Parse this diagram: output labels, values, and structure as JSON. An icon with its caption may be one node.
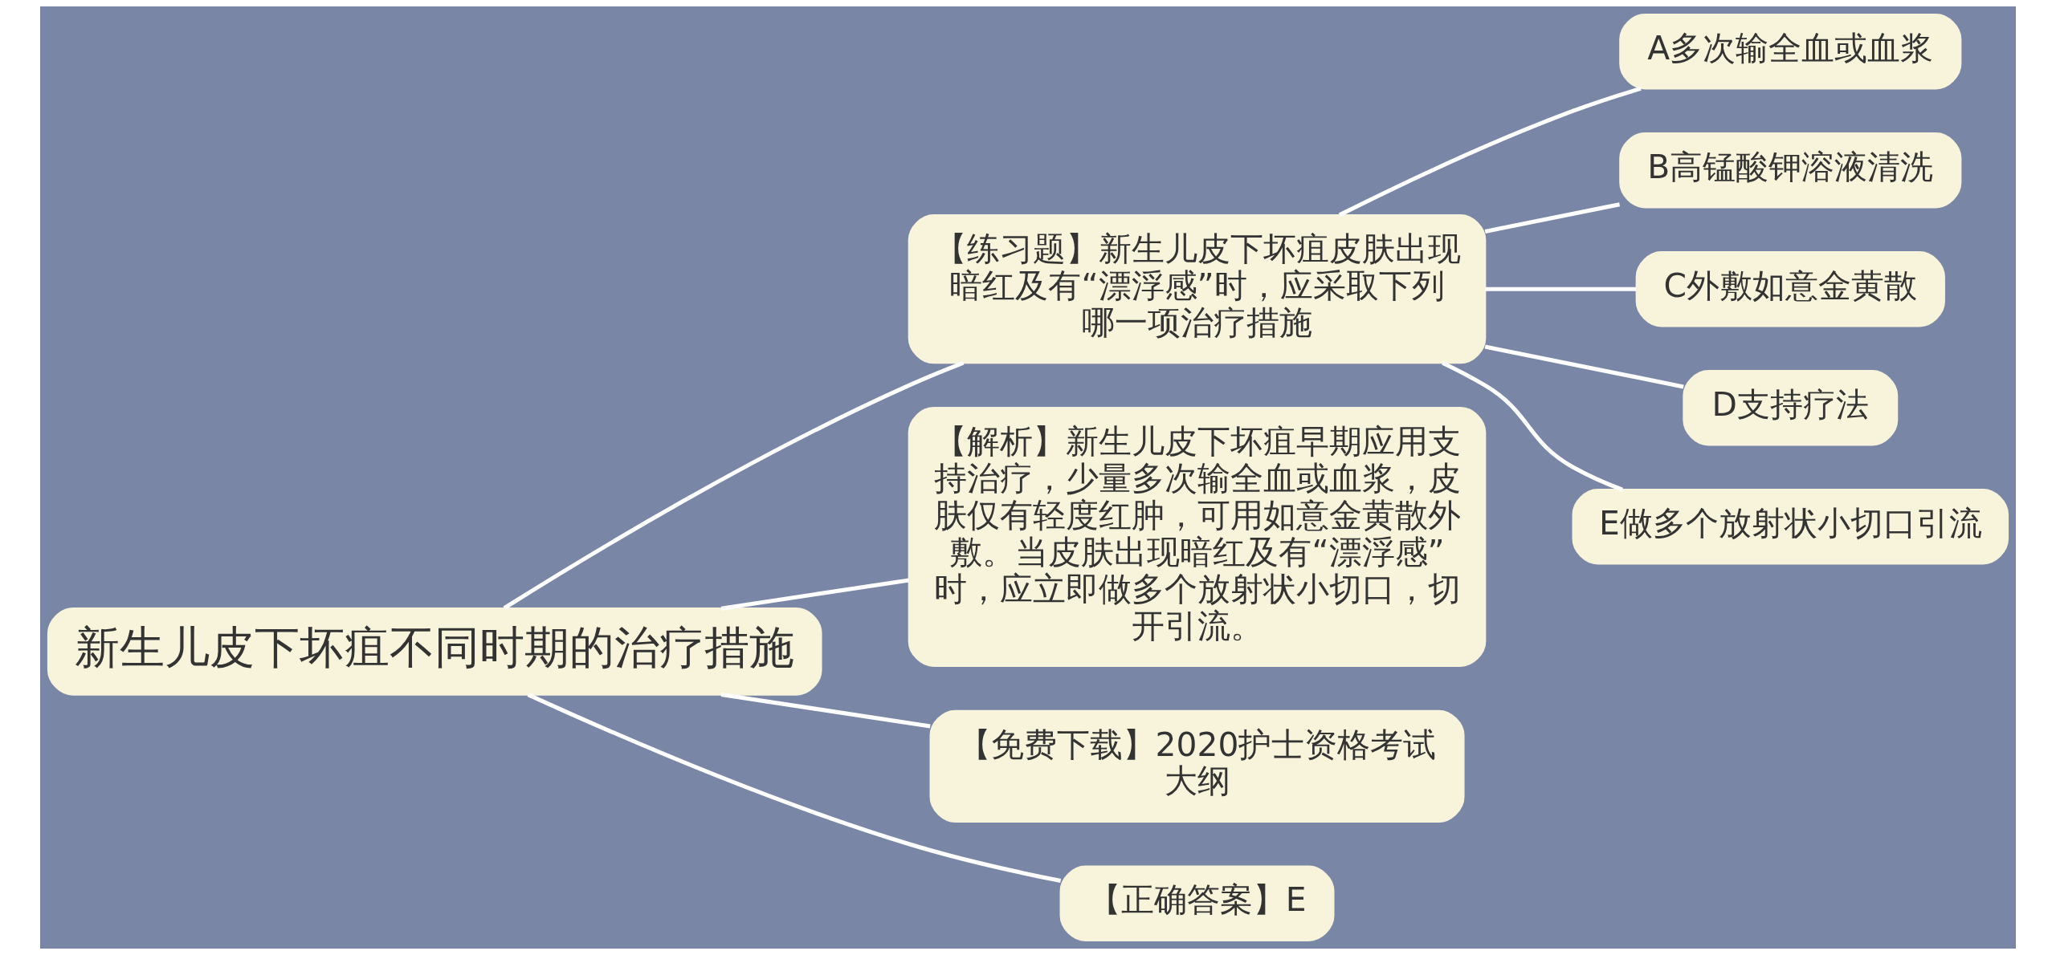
{
  "diagram": {
    "nodes": [
      {
        "text": [
          "新生儿皮下坏疽不同时期的治疗措施"
        ]
      },
      {
        "text": [
          "【练习题】新生儿皮下坏疽皮肤出现暗红及有“漂浮感”时，应采取下列哪一项治疗措施"
        ]
      },
      {
        "text": [
          "A多次输全血或血浆"
        ]
      },
      {
        "text": [
          "B高锰酸钾溶液清洗"
        ]
      },
      {
        "text": [
          "C外敷如意金黄散"
        ]
      },
      {
        "text": [
          "D支持疗法"
        ]
      },
      {
        "text": [
          "E做多个放射状小切口引流"
        ]
      },
      {
        "text": [
          "【解析】新生儿皮下坏疽早期应用支持治疗，少量多次输全血或血浆，皮肤仅有轻度红肿，可用如意金黄散外敷。当皮肤出现暗红及有“漂浮感”时，应立即做多个放射状小切口，切开引流。"
        ]
      },
      {
        "text": [
          "【免费下载】2020护士资格考试大纲"
        ]
      },
      {
        "text": [
          "【正确答案】E"
        ]
      }
    ],
    "edges": [
      {
        "from": 0,
        "to": 1,
        "arrow": "none"
      },
      {
        "from": 1,
        "to": 2,
        "arrow": "none"
      },
      {
        "from": 1,
        "to": 3,
        "arrow": "none"
      },
      {
        "from": 1,
        "to": 4,
        "arrow": "none"
      },
      {
        "from": 1,
        "to": 5,
        "arrow": "none"
      },
      {
        "from": 1,
        "to": 6,
        "arrow": "none"
      },
      {
        "from": 0,
        "to": 7,
        "arrow": "none"
      },
      {
        "from": 0,
        "to": 8,
        "arrow": "none"
      },
      {
        "from": 0,
        "to": 9,
        "arrow": "none"
      }
    ]
  }
}
